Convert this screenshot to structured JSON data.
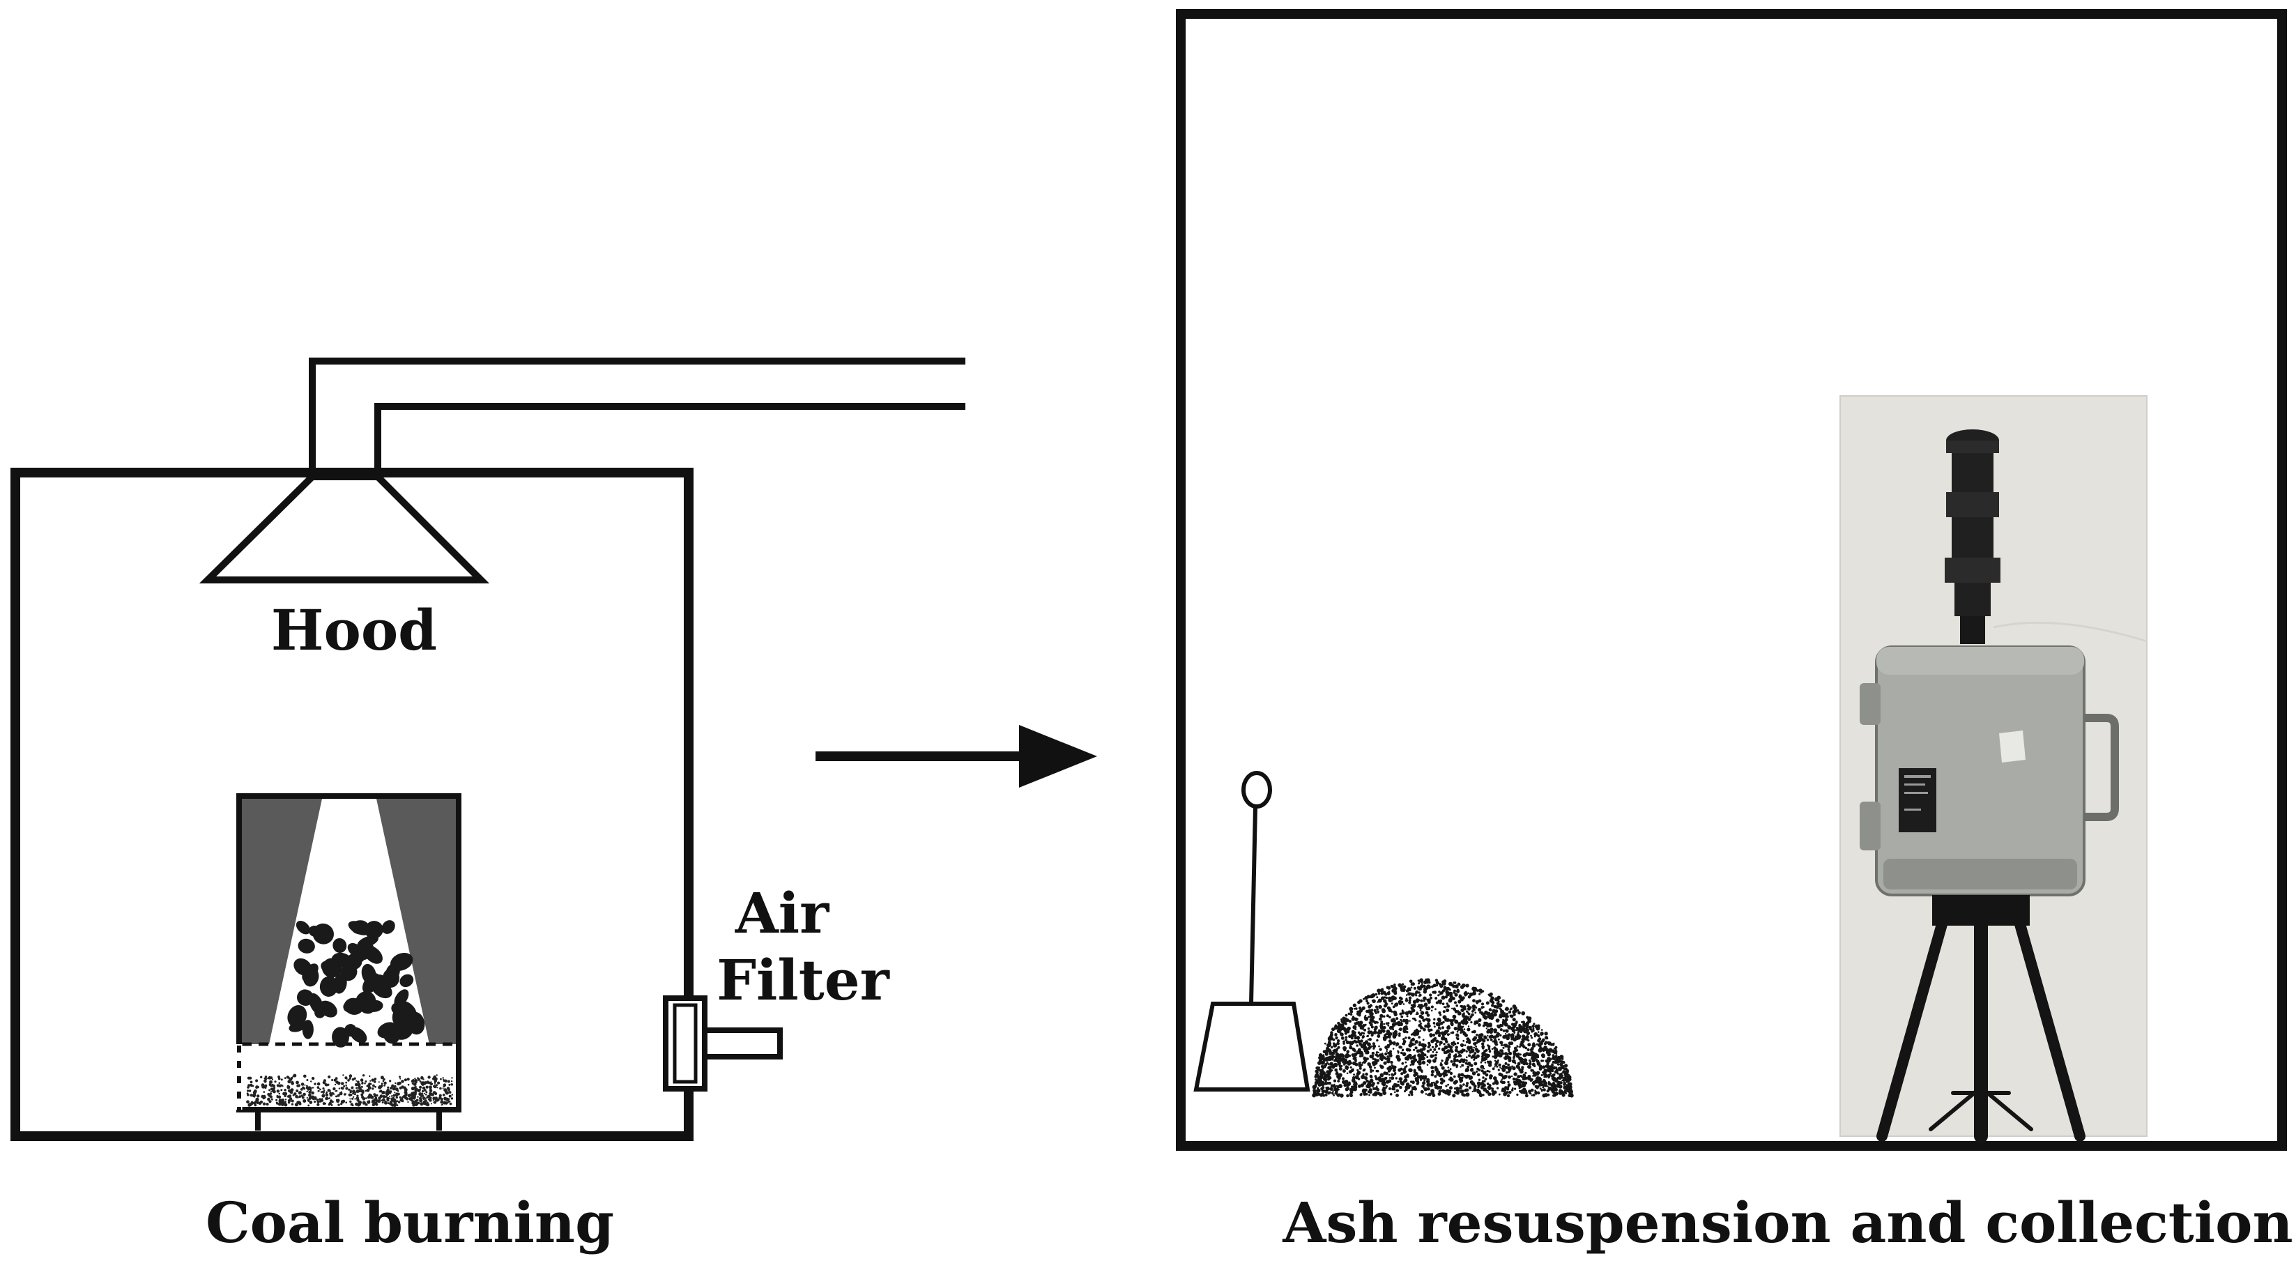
{
  "labels": {
    "hood": "Hood",
    "air": "Air",
    "filter": "Filter",
    "left_caption": "Coal burning",
    "right_caption": "Ash resuspension and collection"
  },
  "colors": {
    "line": "#111111",
    "stove_wall": "#5a5a5a",
    "coal": "#1a1a1a",
    "photo_wall": "#e4e2dc",
    "case": "#a9aba6",
    "case_shadow": "#7d7f7a",
    "tripod": "#141414"
  },
  "icons": {
    "arrow": "arrow-right-icon",
    "broom": "broom-icon",
    "ash_pile": "ash-pile-icon",
    "sampler_photo": "air-sampler-photo"
  }
}
